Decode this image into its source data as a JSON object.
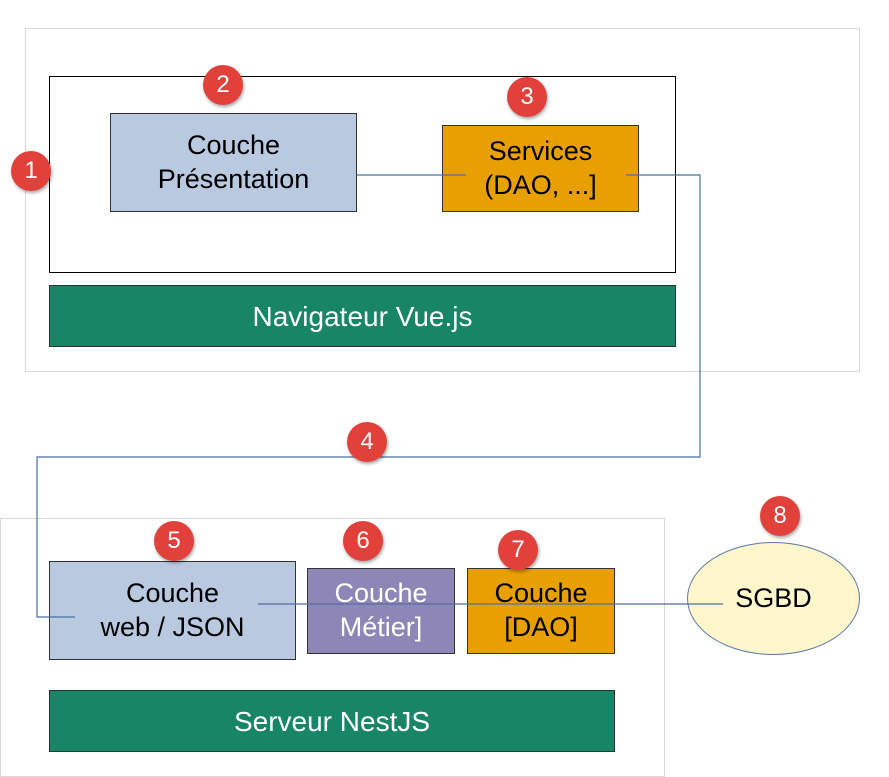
{
  "client": {
    "presentation_line1": "Couche",
    "presentation_line2": "Présentation",
    "services_line1": "Services",
    "services_line2": "(DAO, ...]",
    "browser_label": "Navigateur Vue.js"
  },
  "server": {
    "web_line1": "Couche",
    "web_line2": "web / JSON",
    "metier_line1": "Couche",
    "metier_line2": "Métier]",
    "dao_line1": "Couche",
    "dao_line2": "[DAO]",
    "server_label": "Serveur NestJS"
  },
  "database": {
    "label": "SGBD"
  },
  "badges": [
    "1",
    "2",
    "3",
    "4",
    "5",
    "6",
    "7",
    "8"
  ],
  "colors": {
    "light_blue": "#b9c9e0",
    "orange": "#e8a000",
    "purple": "#8f86b8",
    "green": "#178566",
    "db_fill": "#fff6cc",
    "badge_red": "#e2403a",
    "wire": "#4a6fa5"
  }
}
